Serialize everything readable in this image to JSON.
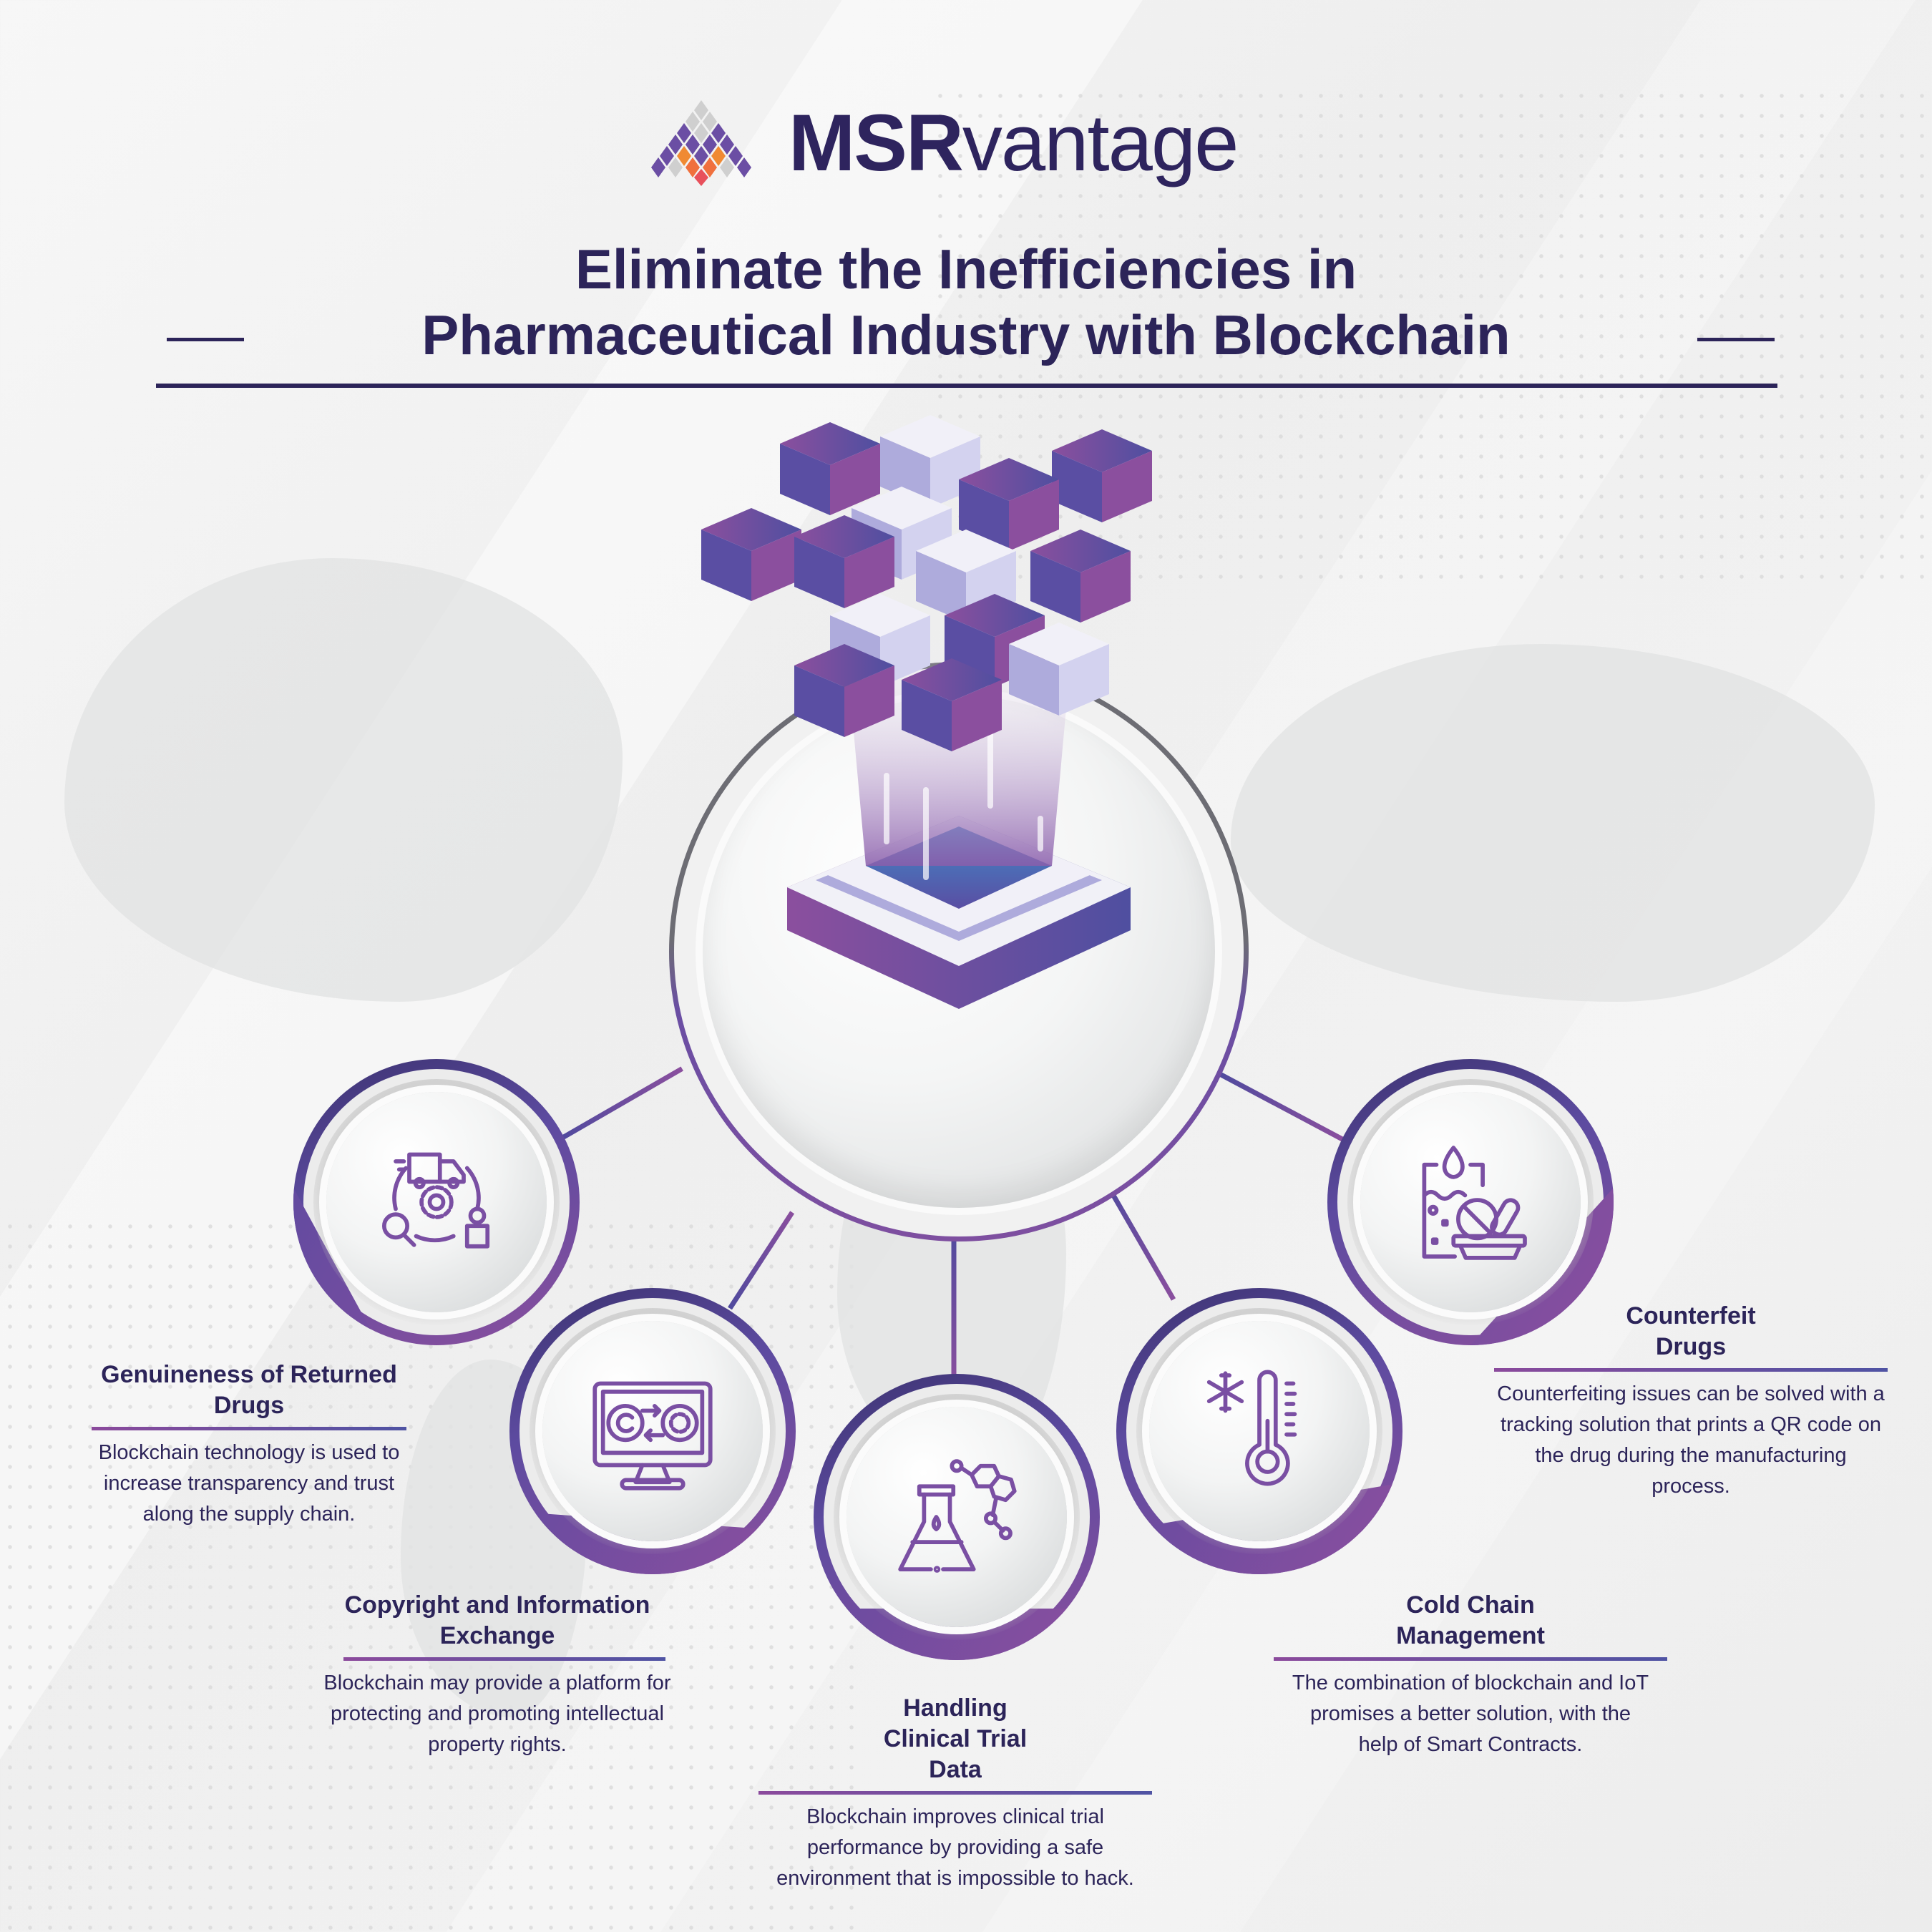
{
  "brand": {
    "name_bold": "MSR",
    "name_light": "vantage",
    "logo_colors": {
      "purple": "#6b4ea4",
      "grey": "#cfcfcf",
      "orange": "#f08a33",
      "red": "#e8505b"
    }
  },
  "header": {
    "title_line1": "Eliminate the Inefficiencies in",
    "title_line2": "Pharmaceutical Industry with Blockchain"
  },
  "center": {
    "illustration": "blockchain-cubes-platform-icon"
  },
  "colors": {
    "navy": "#2c2459",
    "purple": "#8a4f9e",
    "indigo": "#4f53a3",
    "background": "#efefef"
  },
  "items": [
    {
      "title": "Genuineness of Returned Drugs",
      "description": "Blockchain technology is used to increase transparency and trust along the supply chain.",
      "icon": "supply-chain-cycle-icon"
    },
    {
      "title": "Copyright and Information Exchange",
      "description": "Blockchain may provide a platform for protecting and promoting intellectual property rights.",
      "icon": "monitor-exchange-icon"
    },
    {
      "title": "Handling Clinical Trial Data",
      "description": "Blockchain improves clinical trial performance by providing a safe environment that is impossible to hack.",
      "icon": "flask-molecule-icon"
    },
    {
      "title": "Cold Chain Management",
      "description": "The combination of blockchain and IoT promises a better solution, with the help of Smart Contracts.",
      "icon": "thermometer-snowflake-icon"
    },
    {
      "title": "Counterfeit Drugs",
      "description": "Counterfeiting issues can be solved with a tracking solution that prints a QR code on the drug during the manufacturing process.",
      "icon": "medicine-pills-icon"
    }
  ]
}
